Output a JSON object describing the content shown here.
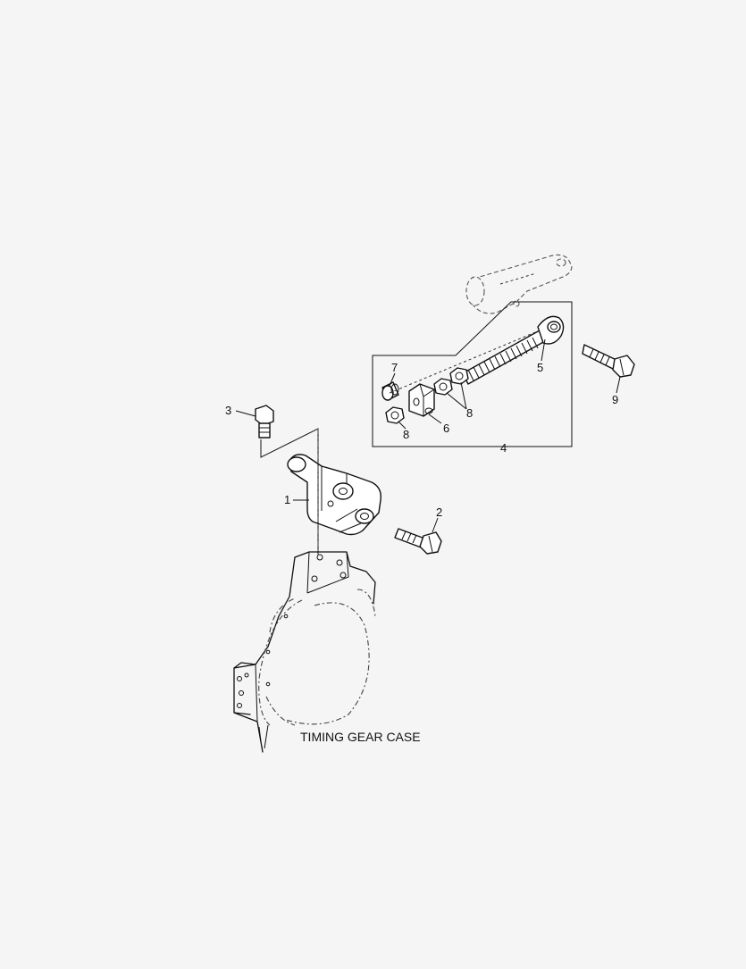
{
  "caption": "TIMING GEAR CASE",
  "callouts": [
    {
      "id": "c1",
      "text": "1"
    },
    {
      "id": "c2",
      "text": "2"
    },
    {
      "id": "c3",
      "text": "3"
    },
    {
      "id": "c4",
      "text": "4"
    },
    {
      "id": "c5",
      "text": "5"
    },
    {
      "id": "c6",
      "text": "6"
    },
    {
      "id": "c7",
      "text": "7"
    },
    {
      "id": "c8a",
      "text": "8"
    },
    {
      "id": "c8b",
      "text": "8"
    },
    {
      "id": "c9",
      "text": "9"
    }
  ],
  "colors": {
    "line": "#111111",
    "background": "#f5f5f5"
  }
}
